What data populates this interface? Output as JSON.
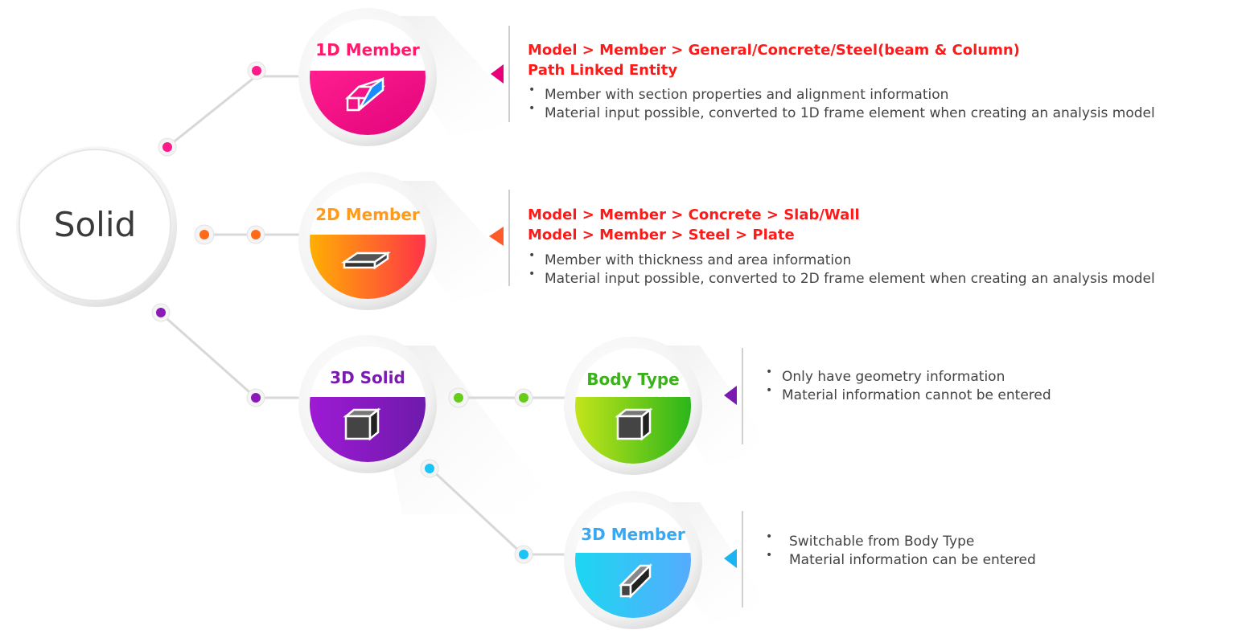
{
  "root": {
    "label": "Solid"
  },
  "nodes": {
    "m1d": {
      "title": "1D Member",
      "color": "#ff1a8c"
    },
    "m2d": {
      "title": "2D Member",
      "color": "#ff8c1a"
    },
    "s3d": {
      "title": "3D Solid",
      "color": "#8a1ab8"
    },
    "body": {
      "title": "Body Type",
      "color": "#39b21a"
    },
    "m3d": {
      "title": "3D Member",
      "color": "#2ab4f5"
    }
  },
  "info": {
    "m1d": {
      "paths": [
        "Model  >  Member  >  General/Concrete/Steel(beam   & Column)",
        "Path Linked Entity"
      ],
      "bullets": [
        "Member with section properties and alignment information",
        "Material input possible, converted to 1D frame element when creating an analysis model"
      ]
    },
    "m2d": {
      "paths": [
        "Model  >  Member  >  Concrete   >  Slab/Wall",
        "Model  >  Member  >  Steel  >  Plate"
      ],
      "bullets": [
        "Member with thickness and area information",
        "Material input possible, converted to 2D frame element when creating an analysis model"
      ]
    },
    "body": {
      "bullets": [
        "Only have geometry information",
        "Material information cannot be entered"
      ]
    },
    "m3d": {
      "bullets": [
        "Switchable from Body Type",
        "Material information can be entered"
      ]
    }
  },
  "bullet_symbol": "•"
}
